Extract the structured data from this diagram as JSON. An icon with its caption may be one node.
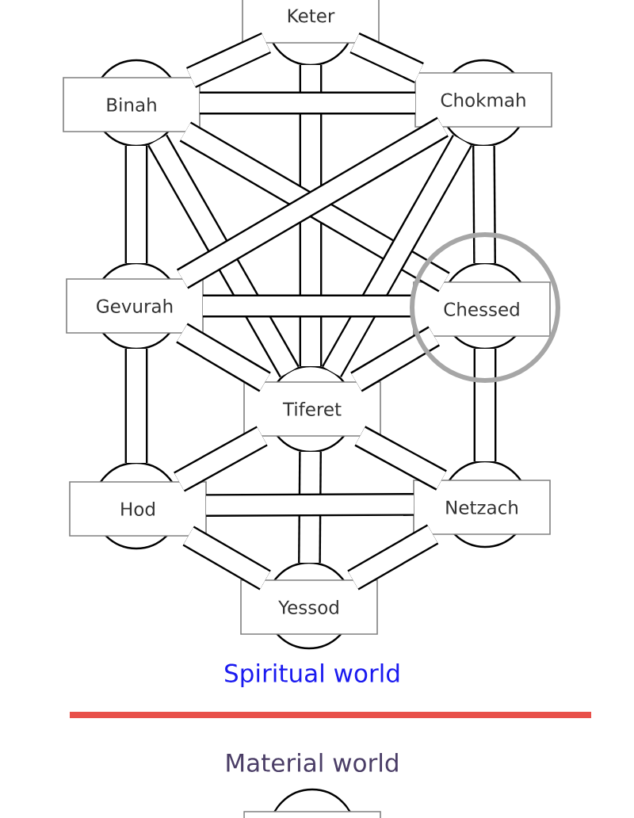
{
  "diagram": {
    "nodes": [
      {
        "text": [
          "Keter"
        ]
      },
      {
        "text": [
          "Binah"
        ]
      },
      {
        "text": [
          "Chokmah"
        ]
      },
      {
        "text": [
          "Gevurah"
        ]
      },
      {
        "text": [
          "Chessed"
        ]
      },
      {
        "text": [
          "Tiferet"
        ]
      },
      {
        "text": [
          "Hod"
        ]
      },
      {
        "text": [
          "Netzach"
        ]
      },
      {
        "text": [
          "Yessod"
        ]
      },
      {
        "text": [],
        "shape": "circle"
      }
    ],
    "edges": [
      {
        "from": 0,
        "to": 1,
        "arrow": "none"
      },
      {
        "from": 0,
        "to": 2,
        "arrow": "none"
      },
      {
        "from": 0,
        "to": 5,
        "arrow": "none"
      },
      {
        "from": 1,
        "to": 2,
        "arrow": "none"
      },
      {
        "from": 1,
        "to": 3,
        "arrow": "none"
      },
      {
        "from": 1,
        "to": 5,
        "arrow": "none"
      },
      {
        "from": 1,
        "to": 4,
        "arrow": "none"
      },
      {
        "from": 2,
        "to": 4,
        "arrow": "none"
      },
      {
        "from": 2,
        "to": 5,
        "arrow": "none"
      },
      {
        "from": 2,
        "to": 3,
        "arrow": "none"
      },
      {
        "from": 3,
        "to": 4,
        "arrow": "none"
      },
      {
        "from": 3,
        "to": 5,
        "arrow": "none"
      },
      {
        "from": 4,
        "to": 5,
        "arrow": "none"
      },
      {
        "from": 3,
        "to": 6,
        "arrow": "none"
      },
      {
        "from": 4,
        "to": 7,
        "arrow": "none"
      },
      {
        "from": 5,
        "to": 6,
        "arrow": "none"
      },
      {
        "from": 5,
        "to": 7,
        "arrow": "none"
      },
      {
        "from": 5,
        "to": 8,
        "arrow": "none"
      },
      {
        "from": 6,
        "to": 7,
        "arrow": "none"
      },
      {
        "from": 6,
        "to": 8,
        "arrow": "none"
      },
      {
        "from": 7,
        "to": 8,
        "arrow": "none"
      }
    ],
    "labels": [
      "Spiritual world",
      "Material world"
    ]
  }
}
